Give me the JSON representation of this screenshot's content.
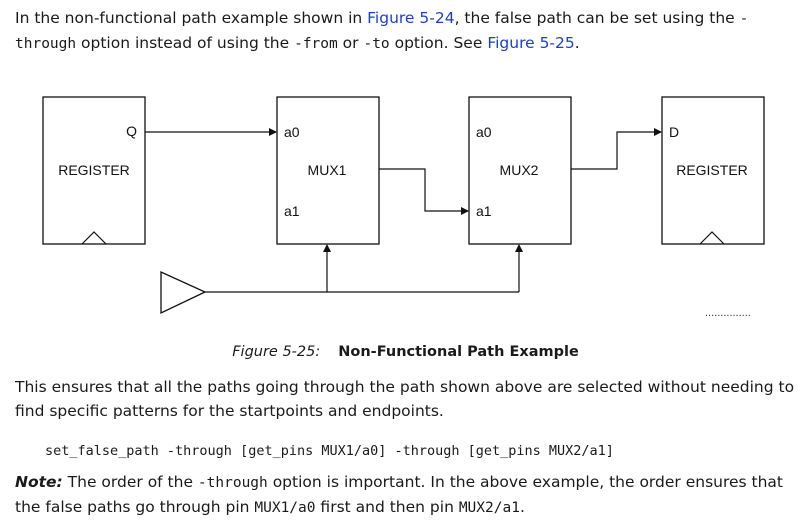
{
  "intro": {
    "t1": "In the non-functional path example shown in ",
    "link1": "Figure 5-24",
    "t2": ", the false path can be set using the ",
    "code1": "-through",
    "t3": " option instead of using the ",
    "code2": "-from",
    "t4": " or ",
    "code3": "-to",
    "t5": " option. See ",
    "link2": "Figure 5-25",
    "t6": "."
  },
  "diagram": {
    "register_left": {
      "label": "REGISTER",
      "pin_q": "Q"
    },
    "mux1": {
      "label": "MUX1",
      "pin_a0": "a0",
      "pin_a1": "a1"
    },
    "mux2": {
      "label": "MUX2",
      "pin_a0": "a0",
      "pin_a1": "a1"
    },
    "register_right": {
      "label": "REGISTER",
      "pin_d": "D"
    },
    "dotted_mark": "..............."
  },
  "caption": {
    "number": "Figure 5-25:",
    "title": "Non-Functional Path Example"
  },
  "body_text": "This ensures that all the paths going through the path shown above are selected without needing to find specific patterns for the startpoints and endpoints.",
  "code_line": "set_false_path -through [get_pins MUX1/a0] -through [get_pins MUX2/a1]",
  "note": {
    "label": "Note:",
    "t1": " The order of the ",
    "code1": "-through",
    "t2": " option is important. In the above example, the order ensures that the false paths go through pin ",
    "code2": "MUX1/a0",
    "t3": " first and then pin ",
    "code3": "MUX2/a1",
    "t4": "."
  },
  "colors": {
    "link": "#1a3fc8",
    "text": "#1a1a1a",
    "line": "#111111"
  }
}
